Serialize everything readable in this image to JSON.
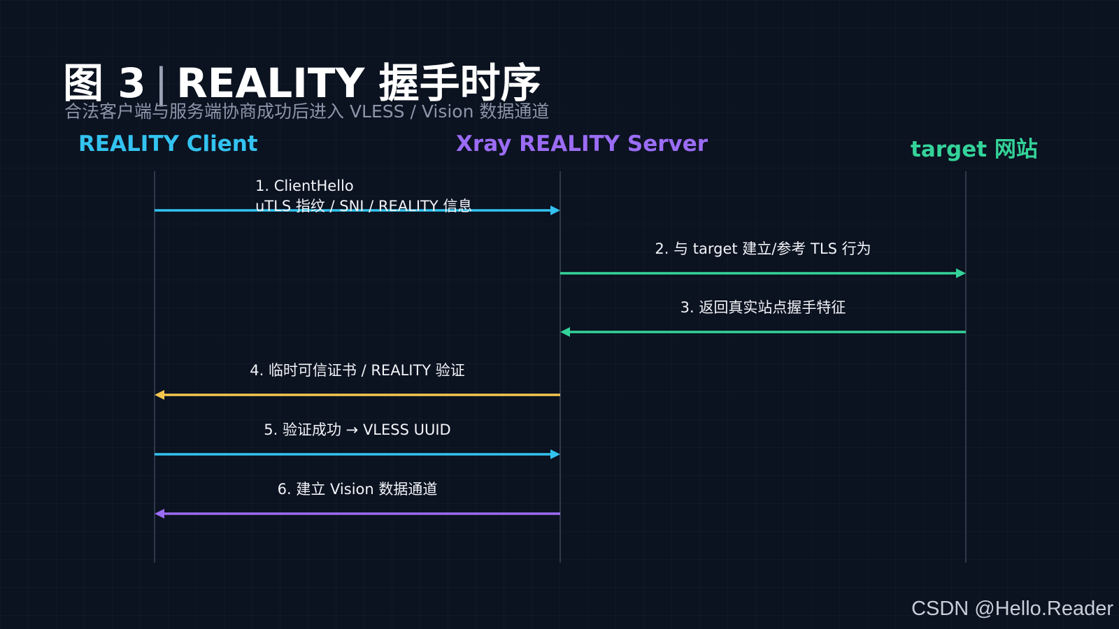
{
  "header": {
    "title_prefix": "图 3",
    "title_separator": "|",
    "title_main": "REALITY 握手时序",
    "subtitle": "合法客户端与服务端协商成功后进入 VLESS / Vision 数据通道"
  },
  "actors": [
    {
      "id": "client",
      "label": "REALITY Client",
      "color": "#33c3f0"
    },
    {
      "id": "server",
      "label": "Xray REALITY Server",
      "color": "#9b6cf5"
    },
    {
      "id": "target",
      "label": "target 网站",
      "color": "#34d399"
    }
  ],
  "messages": [
    {
      "from": "client",
      "to": "server",
      "lines": [
        "1. ClientHello",
        "uTLS 指纹 / SNI / REALITY 信息"
      ],
      "color": "#33c3f0"
    },
    {
      "from": "server",
      "to": "target",
      "lines": [
        "2. 与 target 建立/参考 TLS 行为"
      ],
      "color": "#34d399"
    },
    {
      "from": "target",
      "to": "server",
      "lines": [
        "3. 返回真实站点握手特征"
      ],
      "color": "#34d399"
    },
    {
      "from": "server",
      "to": "client",
      "lines": [
        "4. 临时可信证书 / REALITY 验证"
      ],
      "color": "#f5c64f"
    },
    {
      "from": "client",
      "to": "server",
      "lines": [
        "5. 验证成功 → VLESS UUID"
      ],
      "color": "#33c3f0"
    },
    {
      "from": "server",
      "to": "client",
      "lines": [
        "6. 建立 Vision 数据通道"
      ],
      "color": "#9b6cf5"
    }
  ],
  "watermark": "CSDN @Hello.Reader"
}
